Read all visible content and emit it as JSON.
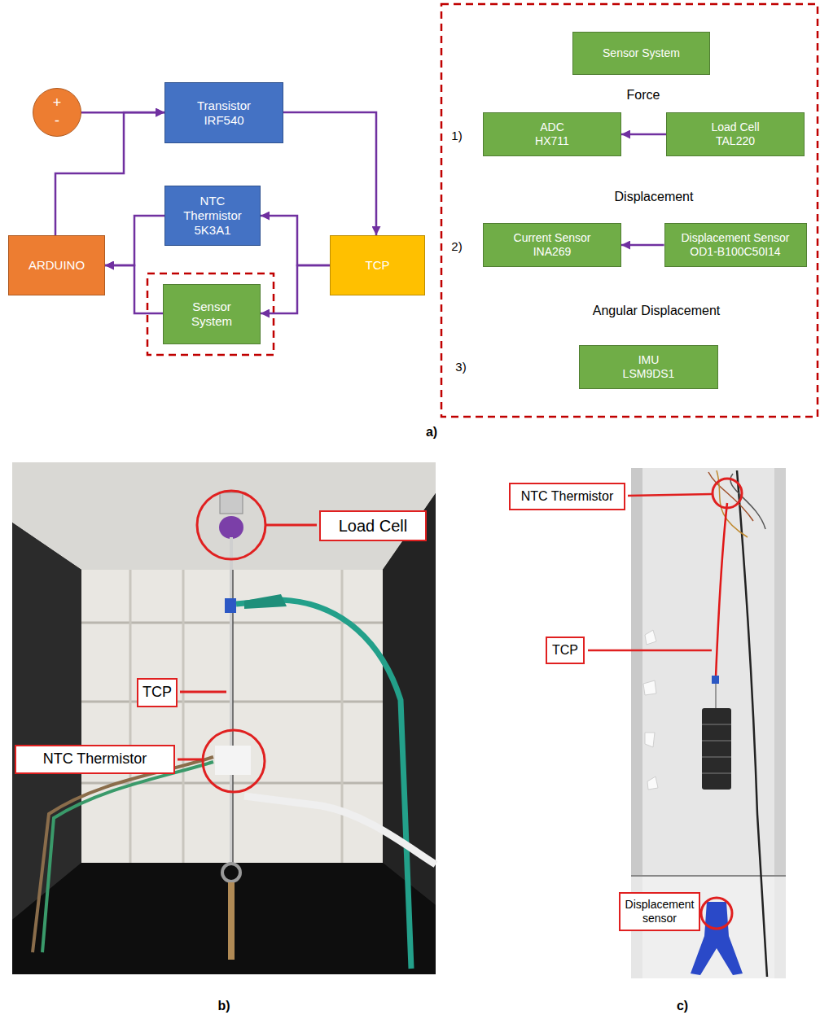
{
  "diagram": {
    "nodes": [
      {
        "text": [
          "+",
          "-"
        ]
      },
      {
        "text": [
          "Transistor IRF540"
        ]
      },
      {
        "text": [
          "NTC Thermistor 5K3A1"
        ]
      },
      {
        "text": [
          "ARDUINO"
        ]
      },
      {
        "text": [
          "TCP"
        ]
      },
      {
        "text": [
          "Sensor System"
        ]
      },
      {
        "text": [
          "Sensor System"
        ]
      },
      {
        "text": [
          "ADC HX711"
        ]
      },
      {
        "text": [
          "Load Cell TAL220"
        ]
      },
      {
        "text": [
          "Current Sensor INA269"
        ]
      },
      {
        "text": [
          "Displacement Sensor OD1-B100C50I14"
        ]
      },
      {
        "text": [
          "IMU LSM9DS1"
        ]
      },
      {
        "text": [
          "Load Cell"
        ]
      },
      {
        "text": [
          "TCP"
        ]
      },
      {
        "text": [
          "NTC Thermistor"
        ]
      },
      {
        "text": [
          "NTC Thermistor"
        ]
      },
      {
        "text": [
          "TCP"
        ]
      },
      {
        "text": [
          "Displacement sensor"
        ]
      }
    ],
    "edges": [
      {
        "from": 0,
        "to": 1,
        "arrow": "to"
      },
      {
        "from": 3,
        "to": 1,
        "arrow": "to"
      },
      {
        "from": 1,
        "to": 4,
        "arrow": "to"
      },
      {
        "from": 4,
        "to": 2,
        "arrow": "to"
      },
      {
        "from": 4,
        "to": 5,
        "arrow": "to"
      },
      {
        "from": 2,
        "to": 3,
        "arrow": "to"
      },
      {
        "from": 5,
        "to": 3,
        "arrow": "to"
      },
      {
        "from": 8,
        "to": 7,
        "arrow": "to"
      },
      {
        "from": 10,
        "to": 9,
        "arrow": "to"
      }
    ],
    "labels": [
      "Force",
      "1)",
      "Displacement",
      "2)",
      "Angular Displacement",
      "3)",
      "a)",
      "b)",
      "c)"
    ]
  }
}
